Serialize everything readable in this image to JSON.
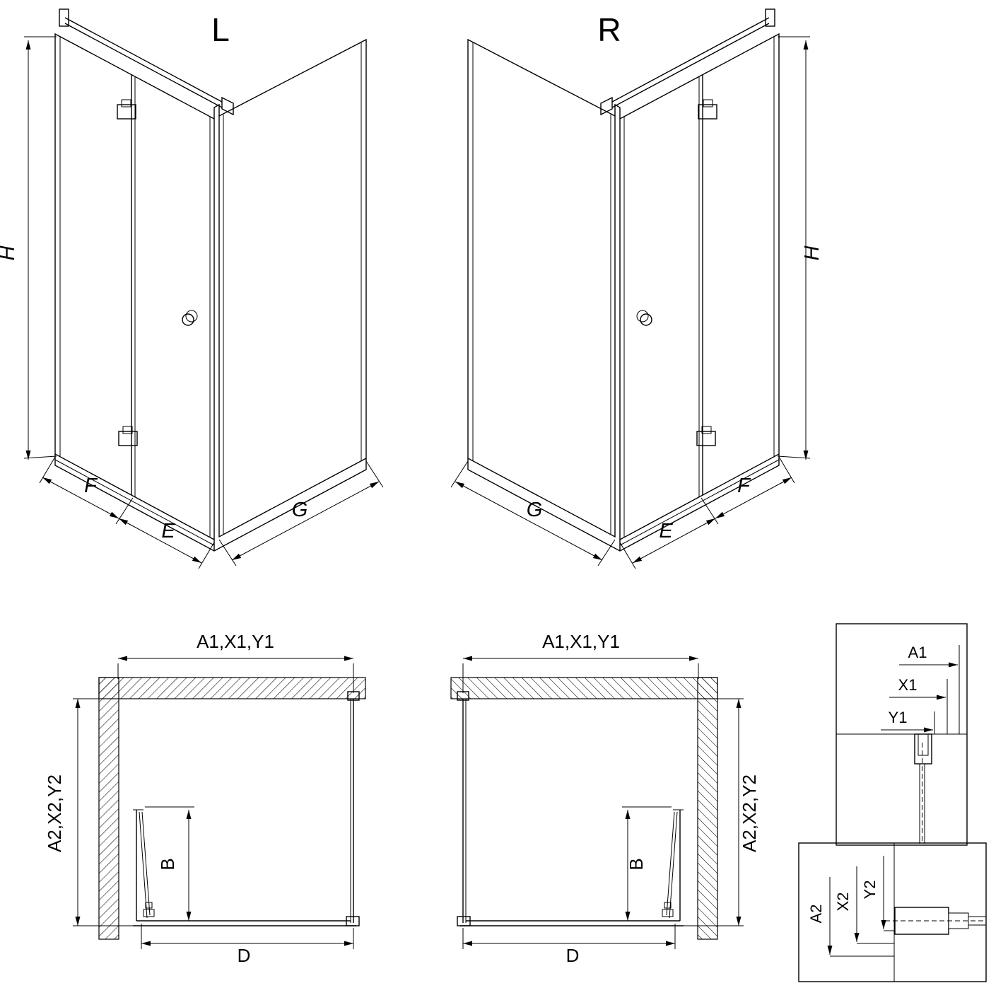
{
  "colors": {
    "ink": "#000000",
    "background": "#ffffff"
  },
  "iso_left": {
    "title": "L",
    "dim_height": "H",
    "dim_front": "F",
    "dim_door": "E",
    "dim_side": "G"
  },
  "iso_right": {
    "title": "R",
    "dim_height": "H",
    "dim_front": "F",
    "dim_door": "E",
    "dim_side": "G"
  },
  "plan_left": {
    "dim_top": "A1,X1,Y1",
    "dim_side": "A2,X2,Y2",
    "dim_door": "B",
    "dim_width": "D"
  },
  "plan_right": {
    "dim_top": "A1,X1,Y1",
    "dim_side": "A2,X2,Y2",
    "dim_door": "B",
    "dim_width": "D"
  },
  "detail_top_right": {
    "dim_1": "A1",
    "dim_2": "X1",
    "dim_3": "Y1"
  },
  "detail_bottom_right": {
    "dim_1": "A2",
    "dim_2": "X2",
    "dim_3": "Y2"
  }
}
